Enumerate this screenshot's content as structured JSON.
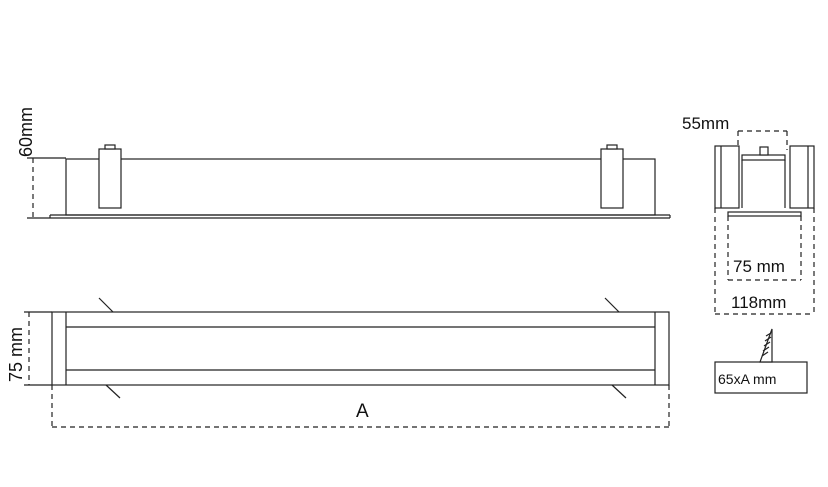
{
  "dimensions": {
    "height_front": "60mm",
    "width_top": "75 mm",
    "length": "A",
    "side_top": "55mm",
    "side_inner": "75 mm",
    "side_outer": "118mm",
    "section_label": "65xA mm"
  }
}
